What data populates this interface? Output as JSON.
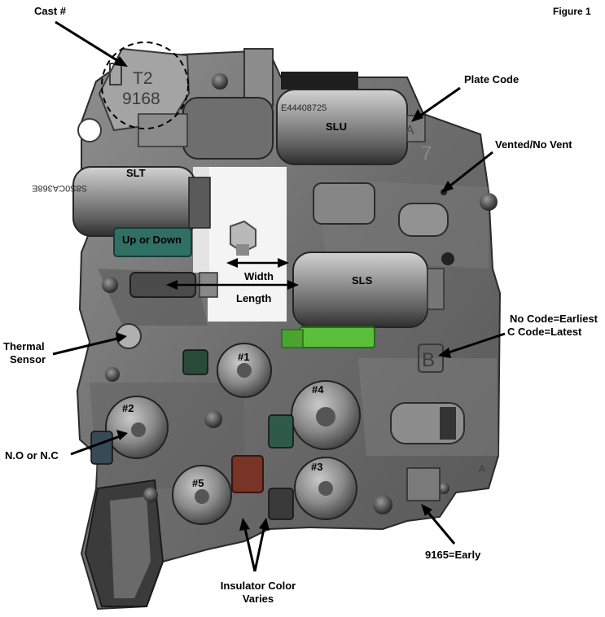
{
  "figure_label": "Figure 1",
  "callouts": {
    "cast_number": "Cast #",
    "plate_code": "Plate Code",
    "vented": "Vented/No Vent",
    "no_code_line1": "No Code=Earliest",
    "no_code_line2": "C Code=Latest",
    "thermal_line1": "Thermal",
    "thermal_line2": "Sensor",
    "no_nc": "N.O or N.C",
    "early": "9165=Early",
    "insulator_line1": "Insulator Color",
    "insulator_line2": "Varies"
  },
  "solenoids": {
    "slu": "SLU",
    "slt": "SLT",
    "sls": "SLS",
    "s1": "#1",
    "s2": "#2",
    "s3": "#3",
    "s4": "#4",
    "s5": "#5"
  },
  "dimensions": {
    "width": "Width",
    "length": "Length",
    "up_or_down": "Up or Down"
  },
  "cast_marks": {
    "t2": "T2",
    "number": "9168",
    "plate_a": "A",
    "plate_b": "B",
    "plate_7": "7",
    "plate_a_small": "A",
    "slu_code": "E44408725",
    "slt_code": "S8S0CA368E"
  },
  "colors": {
    "metal": "#6f6f6f",
    "metal_light": "#9a9a9a",
    "metal_dark": "#3a3a3a",
    "insulator_green": "#5bbf3a",
    "insulator_teal": "#2f6f64",
    "insulator_brown": "#7a3327",
    "background": "#ffffff"
  }
}
